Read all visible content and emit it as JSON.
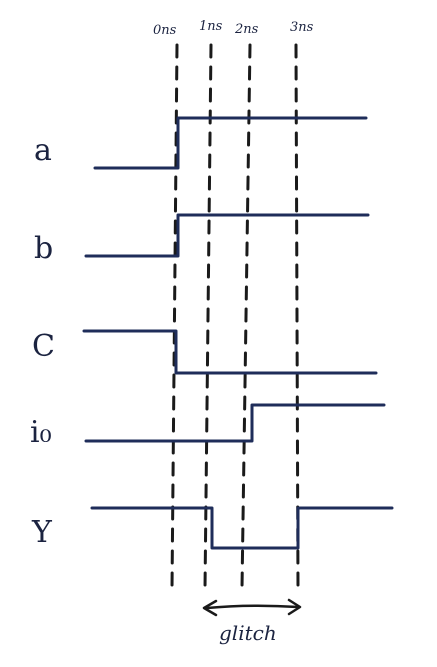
{
  "time_markers": [
    "0ns",
    "1ns",
    "2ns",
    "3ns"
  ],
  "signals": [
    {
      "name": "a",
      "levels": [
        0,
        1,
        1,
        1,
        1
      ]
    },
    {
      "name": "b",
      "levels": [
        0,
        1,
        1,
        1,
        1
      ]
    },
    {
      "name": "C",
      "levels": [
        1,
        0,
        0,
        0,
        0
      ]
    },
    {
      "name": "i₀",
      "levels": [
        0,
        0,
        0,
        1,
        1
      ]
    },
    {
      "name": "Y",
      "levels": [
        1,
        1,
        0,
        0,
        1
      ]
    }
  ],
  "annotation": "glitch",
  "colors": {
    "ink": "#1a1a1a",
    "wave": "#1f2d5a"
  }
}
